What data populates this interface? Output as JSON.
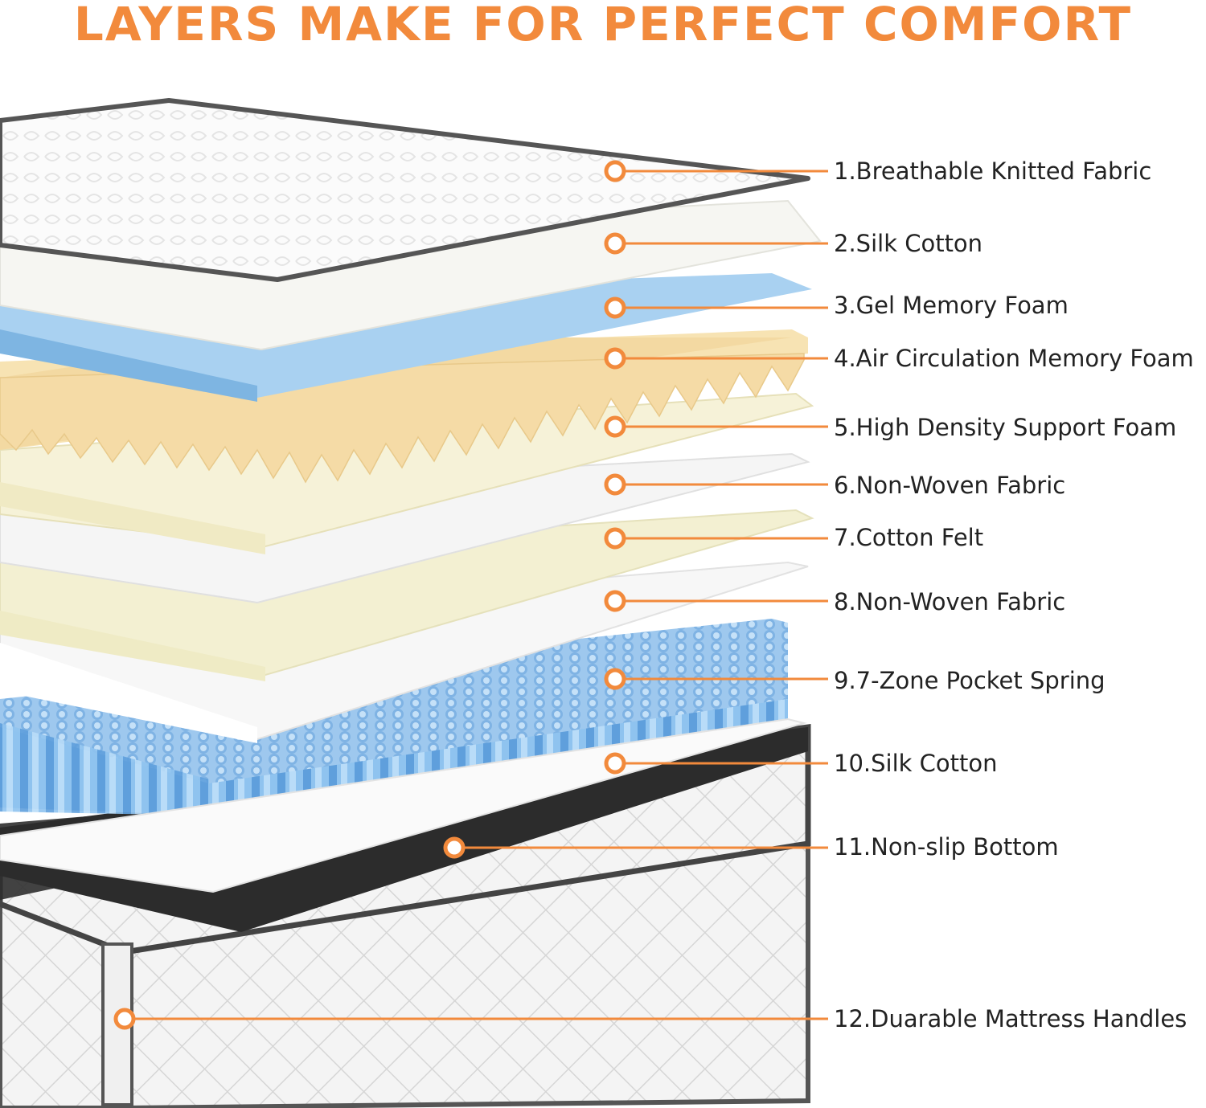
{
  "title": "LAYERS MAKE FOR PERFECT COMFORT",
  "accent_color": "#F28A3C",
  "layers": [
    {
      "label": "1.Breathable Knitted Fabric"
    },
    {
      "label": "2.Silk Cotton"
    },
    {
      "label": "3.Gel Memory Foam"
    },
    {
      "label": "4.Air Circulation Memory Foam"
    },
    {
      "label": "5.High Density Support Foam"
    },
    {
      "label": "6.Non-Woven Fabric"
    },
    {
      "label": "7.Cotton Felt"
    },
    {
      "label": "8.Non-Woven Fabric"
    },
    {
      "label": "9.7-Zone Pocket Spring"
    },
    {
      "label": "10.Silk Cotton"
    },
    {
      "label": "11.Non-slip Bottom"
    },
    {
      "label": "12.Duarable Mattress Handles"
    }
  ]
}
